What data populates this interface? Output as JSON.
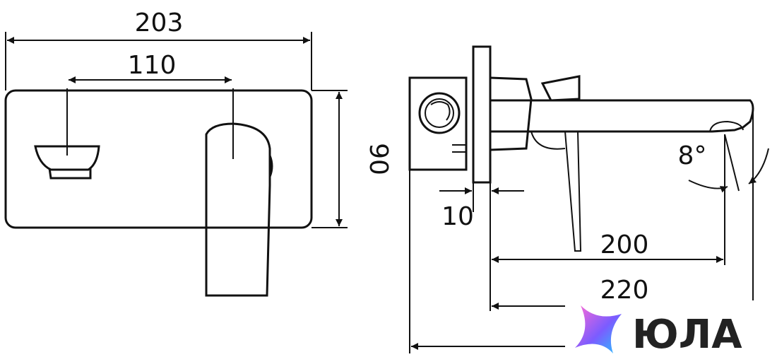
{
  "dimensions": {
    "total_width": "203",
    "handle_spacing": "110",
    "plate_height": "90",
    "plate_thickness": "10",
    "spout_reach": "200",
    "total_reach": "220",
    "spout_angle": "8°"
  },
  "logo": {
    "text": "ЮЛА",
    "gradient": [
      "#ff6ad5",
      "#7b5cff",
      "#24c6ff"
    ]
  },
  "colors": {
    "line": "#111111"
  }
}
